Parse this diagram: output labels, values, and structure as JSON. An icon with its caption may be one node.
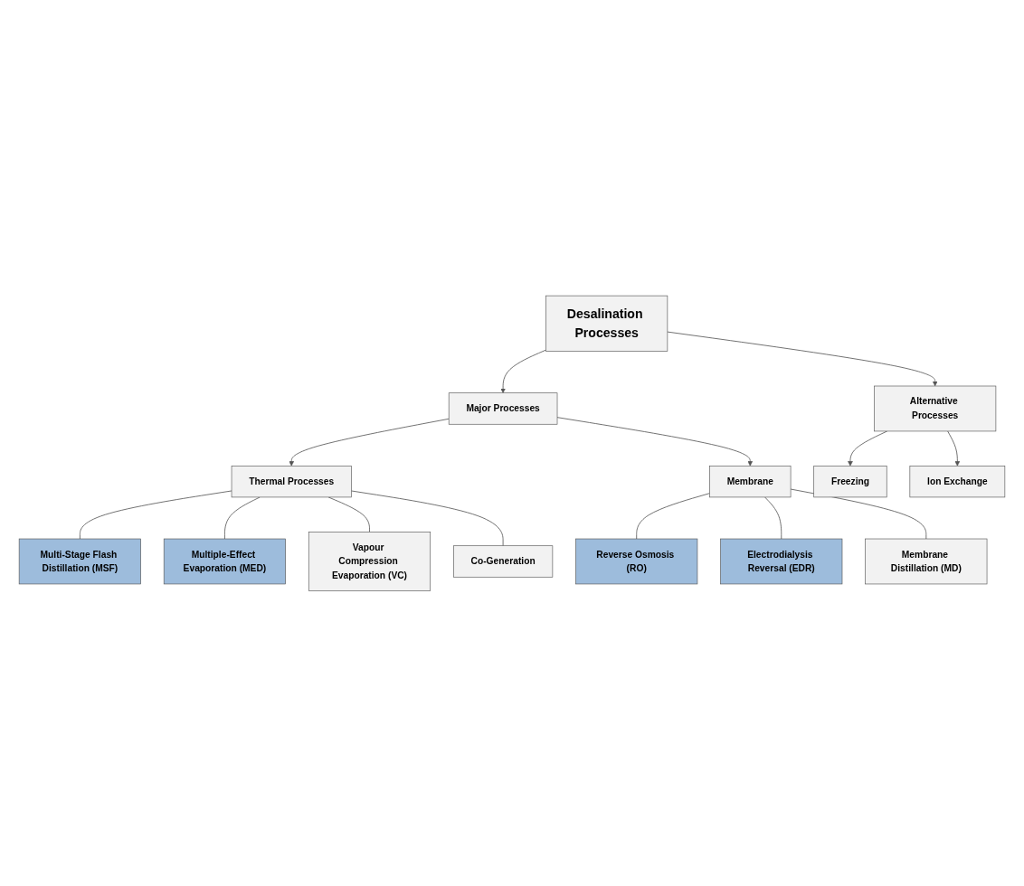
{
  "diagram": {
    "nodes": [
      {
        "text": [
          "Desalination Processes"
        ]
      },
      {
        "text": [
          "Major Processes"
        ]
      },
      {
        "text": [
          "Alternative Processes"
        ]
      },
      {
        "text": [
          "Thermal Processes"
        ]
      },
      {
        "text": [
          "Membrane"
        ]
      },
      {
        "text": [
          "Freezing"
        ]
      },
      {
        "text": [
          "Ion Exchange"
        ]
      },
      {
        "text": [
          "Multi-Stage Flash Distillation (MSF)"
        ]
      },
      {
        "text": [
          "Multiple-Effect Evaporation (MED)"
        ]
      },
      {
        "text": [
          "Vapour Compression Evaporation (VC)"
        ]
      },
      {
        "text": [
          "Co-Generation"
        ]
      },
      {
        "text": [
          "Reverse Osmosis (RO)"
        ]
      },
      {
        "text": [
          "Electrodialysis Reversal (EDR)"
        ]
      },
      {
        "text": [
          "Membrane Distillation (MD)"
        ]
      }
    ],
    "edges": [
      {
        "from": 0,
        "to": 1,
        "arrow": "to"
      },
      {
        "from": 0,
        "to": 2,
        "arrow": "to"
      },
      {
        "from": 1,
        "to": 3,
        "arrow": "to"
      },
      {
        "from": 1,
        "to": 4,
        "arrow": "to"
      },
      {
        "from": 2,
        "to": 5,
        "arrow": "to"
      },
      {
        "from": 2,
        "to": 6,
        "arrow": "to"
      },
      {
        "from": 3,
        "to": 7,
        "arrow": "none"
      },
      {
        "from": 3,
        "to": 8,
        "arrow": "none"
      },
      {
        "from": 3,
        "to": 9,
        "arrow": "none"
      },
      {
        "from": 3,
        "to": 10,
        "arrow": "none"
      },
      {
        "from": 4,
        "to": 11,
        "arrow": "none"
      },
      {
        "from": 4,
        "to": 12,
        "arrow": "none"
      },
      {
        "from": 4,
        "to": 13,
        "arrow": "none"
      }
    ]
  }
}
